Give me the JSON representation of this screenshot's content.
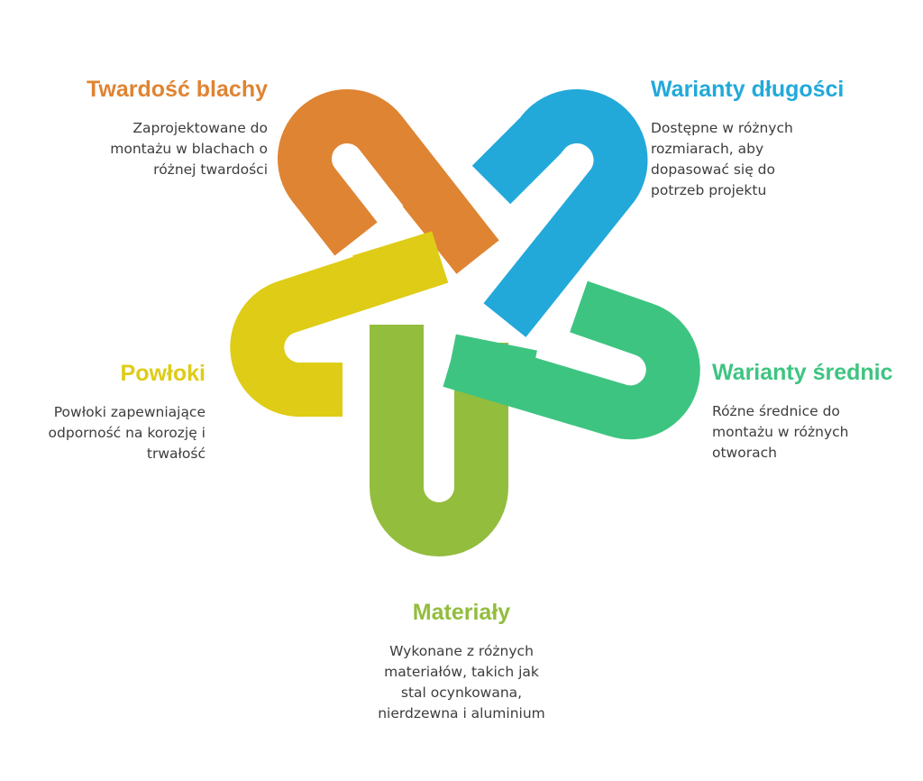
{
  "colors": {
    "orange": "#DF8432",
    "blue": "#22A9DA",
    "green": "#3EC481",
    "lime": "#92BD3D",
    "yellow": "#DECC16",
    "text": "#3d3d3d"
  },
  "items": {
    "twardosc": {
      "title": "Twardość blachy",
      "description": "Zaprojektowane do\nmontażu w blachach o\nróżnej twardości"
    },
    "dlugosci": {
      "title": "Warianty długości",
      "description": "Dostępne w różnych\nrozmiarach, aby\ndopasować się do\npotrzeb projektu"
    },
    "srednic": {
      "title": "Warianty średnic",
      "description": "Różne średnice do\nmontażu w różnych\notworach"
    },
    "powloki": {
      "title": "Powłoki",
      "description": "Powłoki zapewniające\nodporność na korozję i\ntrwałość"
    },
    "materialy": {
      "title": "Materiały",
      "description": "Wykonane z różnych\nmateriałów, takich jak\nstal ocynkowana,\nnierdzewna i aluminium"
    }
  }
}
